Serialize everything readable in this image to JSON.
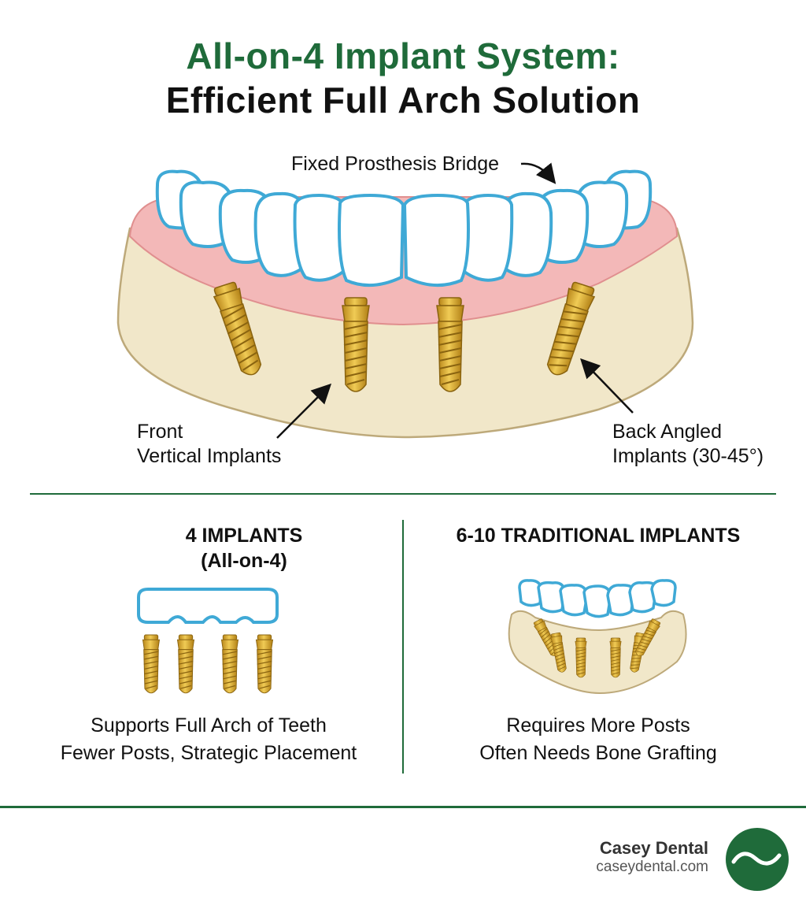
{
  "title": {
    "line1": "All-on-4 Implant System:",
    "line2": "Efficient Full Arch Solution"
  },
  "diagram_labels": {
    "bridge": "Fixed Prosthesis Bridge",
    "front_line1": "Front",
    "front_line2": "Vertical Implants",
    "back_line1": "Back Angled",
    "back_line2": "Implants (30-45°)"
  },
  "comparison": {
    "left": {
      "heading_line1": "4 IMPLANTS",
      "heading_line2": "(All-on-4)",
      "caption_line1": "Supports Full Arch of Teeth",
      "caption_line2": "Fewer Posts, Strategic Placement"
    },
    "right": {
      "heading": "6-10 TRADITIONAL IMPLANTS",
      "caption_line1": "Requires More Posts",
      "caption_line2": "Often Needs Bone Grafting"
    }
  },
  "brand": {
    "name": "Casey Dental",
    "url": "caseydental.com"
  },
  "colors": {
    "accent_green": "#1f6b3a",
    "tooth_outline": "#3fa9d6",
    "gum": "#f3b8b8",
    "bone": "#f1e7c9",
    "implant_gold": "#d4a62a"
  }
}
